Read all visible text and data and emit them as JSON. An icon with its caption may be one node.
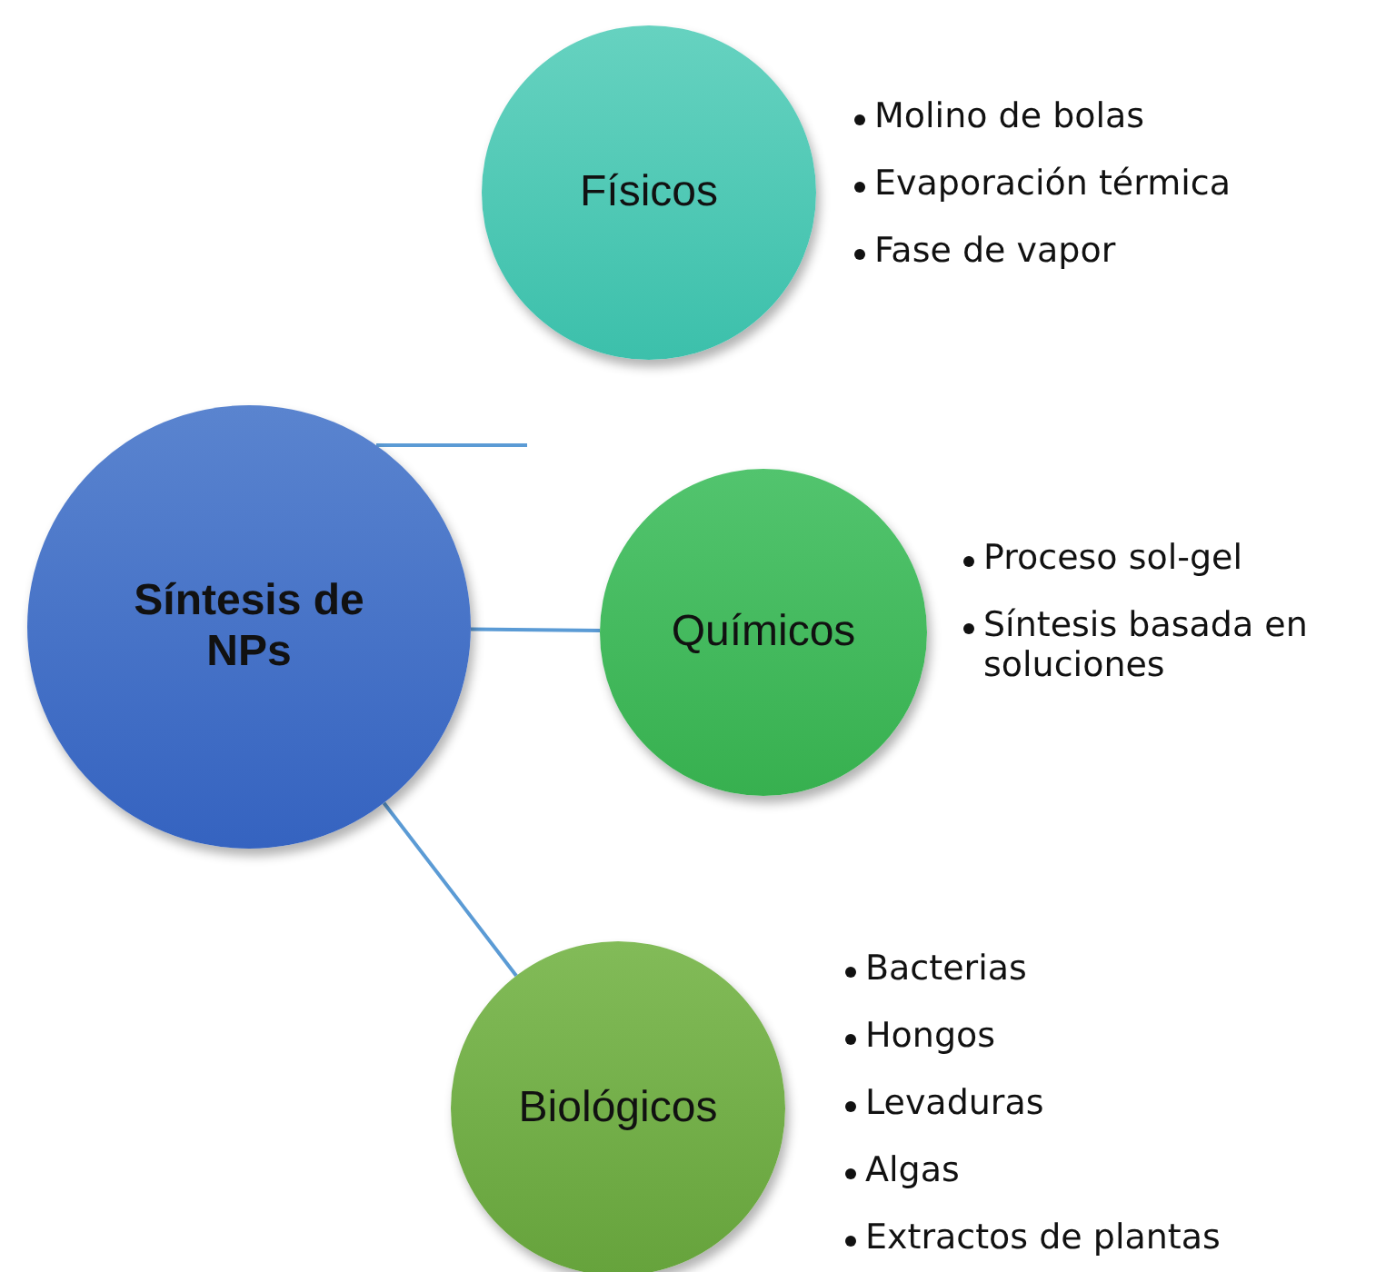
{
  "diagram": {
    "nodes": [
      {
        "text": [
          "Síntesis de NPs"
        ]
      },
      {
        "text": [
          "Físicos"
        ],
        "beside": [
          "Molino de bolas",
          "Evaporación térmica",
          "Fase de vapor"
        ]
      },
      {
        "text": [
          "Químicos"
        ],
        "beside": [
          "Proceso sol-gel",
          "Síntesis basada en soluciones"
        ]
      },
      {
        "text": [
          "Biológicos"
        ],
        "beside": [
          "Bacterias",
          "Hongos",
          "Levaduras",
          "Algas",
          "Extractos de plantas"
        ]
      }
    ],
    "edges": [
      {
        "from": 0,
        "to": null,
        "arrow": "none"
      },
      {
        "from": 0,
        "to": 2,
        "arrow": "none"
      },
      {
        "from": 0,
        "to": 3,
        "arrow": "none"
      }
    ]
  }
}
